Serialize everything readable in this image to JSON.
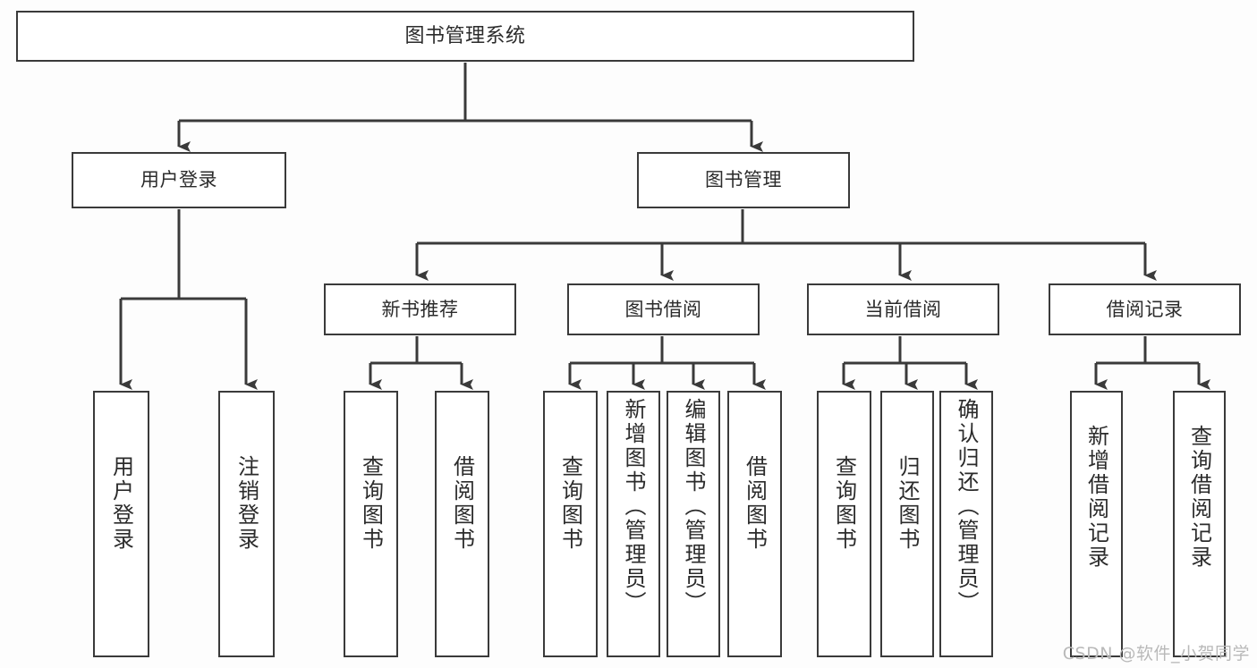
{
  "diagram": {
    "title": "图书管理系统",
    "type": "tree",
    "colors": {
      "background": "#fdfdfd",
      "node_fill": "#ffffff",
      "node_border": "#3a3a3a",
      "edge": "#3a3a3a",
      "text": "#2b2b2b",
      "watermark": "#b9b9b9"
    },
    "nodes": {
      "root": {
        "label": "图书管理系统"
      },
      "level2": [
        {
          "id": "user-login",
          "label": "用户登录"
        },
        {
          "id": "book-manage",
          "label": "图书管理"
        }
      ],
      "level3": [
        {
          "id": "new-book-rec",
          "label": "新书推荐"
        },
        {
          "id": "book-borrow",
          "label": "图书借阅"
        },
        {
          "id": "current-borrow",
          "label": "当前借阅"
        },
        {
          "id": "borrow-record",
          "label": "借阅记录"
        }
      ],
      "leaves": {
        "user-login": [
          {
            "id": "leaf-user-login",
            "label": "用户登录"
          },
          {
            "id": "leaf-logout",
            "label": "注销登录"
          }
        ],
        "new-book-rec": [
          {
            "id": "leaf-query-book-1",
            "label": "查询图书"
          },
          {
            "id": "leaf-borrow-book-1",
            "label": "借阅图书"
          }
        ],
        "book-borrow": [
          {
            "id": "leaf-query-book-2",
            "label": "查询图书"
          },
          {
            "id": "leaf-add-book",
            "label": "新增图书（管理员）"
          },
          {
            "id": "leaf-edit-book",
            "label": "编辑图书（管理员）"
          },
          {
            "id": "leaf-borrow-book-2",
            "label": "借阅图书"
          }
        ],
        "current-borrow": [
          {
            "id": "leaf-query-book-3",
            "label": "查询图书"
          },
          {
            "id": "leaf-return-book",
            "label": "归还图书"
          },
          {
            "id": "leaf-confirm-return",
            "label": "确认归还（管理员）"
          }
        ],
        "borrow-record": [
          {
            "id": "leaf-add-record",
            "label": "新增借阅记录"
          },
          {
            "id": "leaf-query-record",
            "label": "查询借阅记录"
          }
        ]
      }
    },
    "watermark": "CSDN @软件_小贺同学"
  }
}
